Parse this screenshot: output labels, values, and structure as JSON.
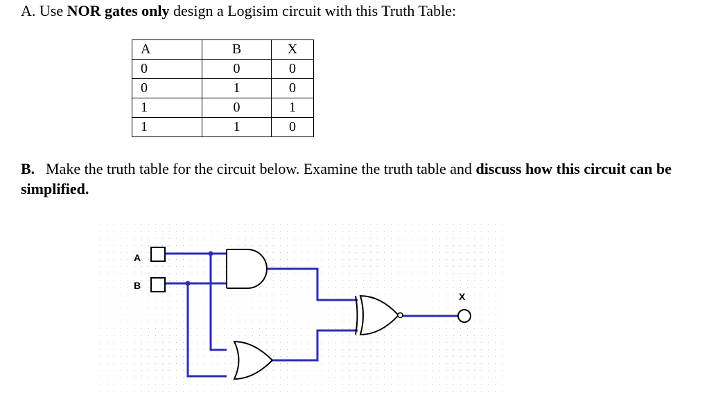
{
  "question_a": {
    "label": "A.",
    "text_1": "Use",
    "bold_1": "NOR gates only",
    "text_2": "design a Logisim circuit with this Truth Table:"
  },
  "truth_table": {
    "headers": [
      "A",
      "B",
      "X"
    ],
    "rows": [
      [
        "0",
        "0",
        "0"
      ],
      [
        "0",
        "1",
        "0"
      ],
      [
        "1",
        "0",
        "1"
      ],
      [
        "1",
        "1",
        "0"
      ]
    ]
  },
  "question_b": {
    "label": "B.",
    "text_1": "Make the truth table for the circuit below. Examine the truth table and",
    "bold_1": "discuss how this circuit can be simplified."
  },
  "circuit": {
    "input_a_label": "A",
    "input_b_label": "B",
    "output_label": "X",
    "wire_color": "#2b2bb8",
    "gates": [
      "and-gate",
      "or-gate",
      "xnor-gate"
    ]
  }
}
